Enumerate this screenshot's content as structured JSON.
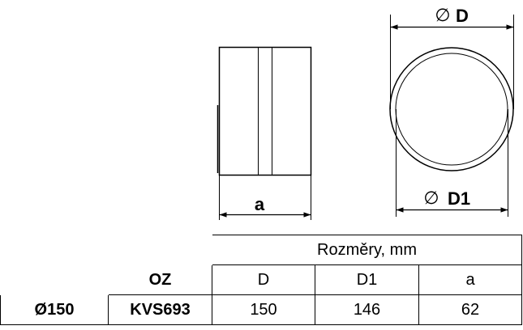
{
  "diagram": {
    "label_a": "a",
    "label_D": "D",
    "label_D1": "D1",
    "diameter_symbol": "∅"
  },
  "table": {
    "group_header": "Rozměry, mm",
    "oz_header": "OZ",
    "col_D": "D",
    "col_D1": "D1",
    "col_a": "a",
    "row": {
      "size": "Ø150",
      "oz": "KVS693",
      "D": "150",
      "D1": "146",
      "a": "62"
    }
  }
}
